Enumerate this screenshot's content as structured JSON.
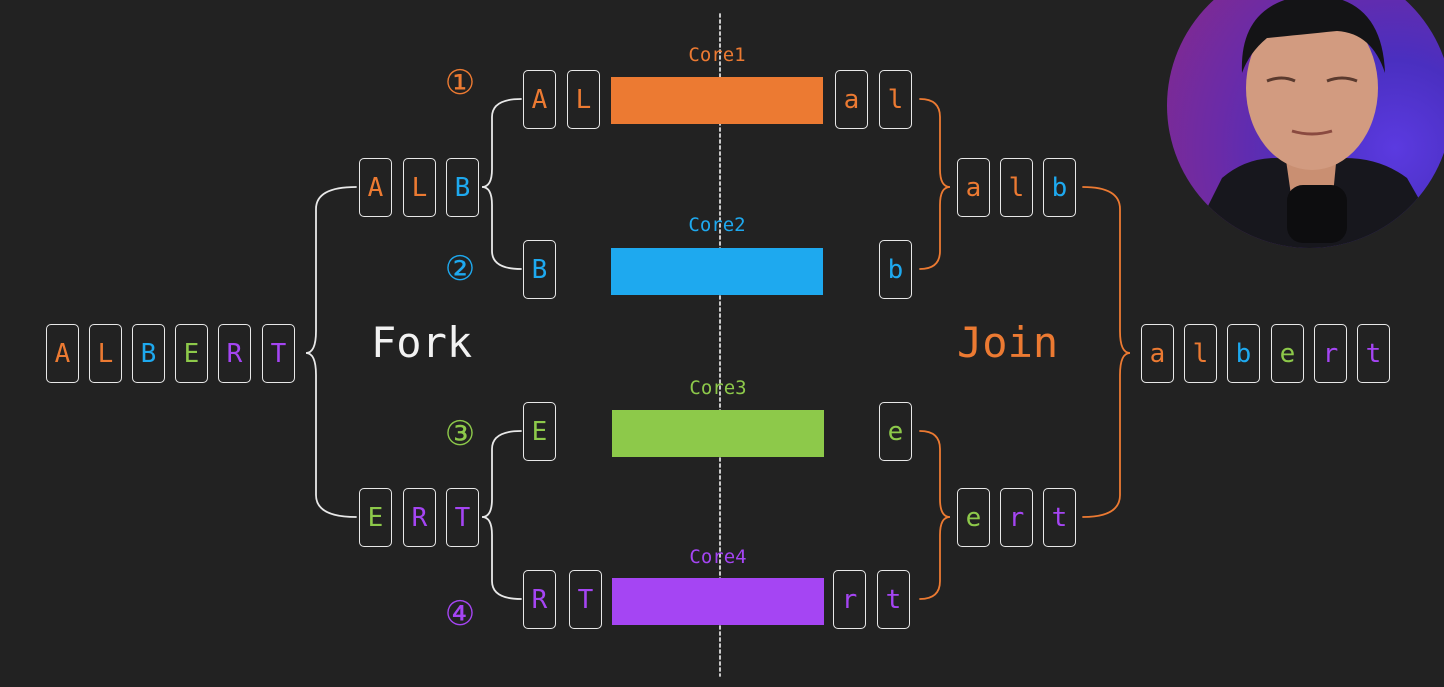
{
  "colors": {
    "orange": "#ec7a32",
    "blue": "#1ea9ef",
    "green": "#8dc94a",
    "purple": "#a545f3",
    "white": "#f2f2f2",
    "border": "#e8e8e8",
    "bracket": "#e8e8e8",
    "join_bracket": "#ec7a32",
    "dotted_line": "#dddddd"
  },
  "labels": {
    "fork": "Fork",
    "join": "Join"
  },
  "markers": {
    "m1": "①",
    "m2": "②",
    "m3": "③",
    "m4": "④"
  },
  "cores": {
    "c1": {
      "label": "Core1",
      "color": "orange"
    },
    "c2": {
      "label": "Core2",
      "color": "blue"
    },
    "c3": {
      "label": "Core3",
      "color": "green"
    },
    "c4": {
      "label": "Core4",
      "color": "purple"
    }
  },
  "cells": {
    "input": [
      {
        "ch": "A",
        "color": "orange"
      },
      {
        "ch": "L",
        "color": "orange"
      },
      {
        "ch": "B",
        "color": "blue"
      },
      {
        "ch": "E",
        "color": "green"
      },
      {
        "ch": "R",
        "color": "purple"
      },
      {
        "ch": "T",
        "color": "purple"
      }
    ],
    "split_top": [
      {
        "ch": "A",
        "color": "orange"
      },
      {
        "ch": "L",
        "color": "orange"
      },
      {
        "ch": "B",
        "color": "blue"
      }
    ],
    "split_bottom": [
      {
        "ch": "E",
        "color": "green"
      },
      {
        "ch": "R",
        "color": "purple"
      },
      {
        "ch": "T",
        "color": "purple"
      }
    ],
    "task1_in": [
      {
        "ch": "A",
        "color": "orange"
      },
      {
        "ch": "L",
        "color": "orange"
      }
    ],
    "task2_in": [
      {
        "ch": "B",
        "color": "blue"
      }
    ],
    "task3_in": [
      {
        "ch": "E",
        "color": "green"
      }
    ],
    "task4_in": [
      {
        "ch": "R",
        "color": "purple"
      },
      {
        "ch": "T",
        "color": "purple"
      }
    ],
    "task1_out": [
      {
        "ch": "a",
        "color": "orange"
      },
      {
        "ch": "l",
        "color": "orange"
      }
    ],
    "task2_out": [
      {
        "ch": "b",
        "color": "blue"
      }
    ],
    "task3_out": [
      {
        "ch": "e",
        "color": "green"
      }
    ],
    "task4_out": [
      {
        "ch": "r",
        "color": "purple"
      },
      {
        "ch": "t",
        "color": "purple"
      }
    ],
    "join_top": [
      {
        "ch": "a",
        "color": "orange"
      },
      {
        "ch": "l",
        "color": "orange"
      },
      {
        "ch": "b",
        "color": "blue"
      }
    ],
    "join_bottom": [
      {
        "ch": "e",
        "color": "green"
      },
      {
        "ch": "r",
        "color": "purple"
      },
      {
        "ch": "t",
        "color": "purple"
      }
    ],
    "output": [
      {
        "ch": "a",
        "color": "orange"
      },
      {
        "ch": "l",
        "color": "orange"
      },
      {
        "ch": "b",
        "color": "blue"
      },
      {
        "ch": "e",
        "color": "green"
      },
      {
        "ch": "r",
        "color": "purple"
      },
      {
        "ch": "t",
        "color": "purple"
      }
    ]
  }
}
